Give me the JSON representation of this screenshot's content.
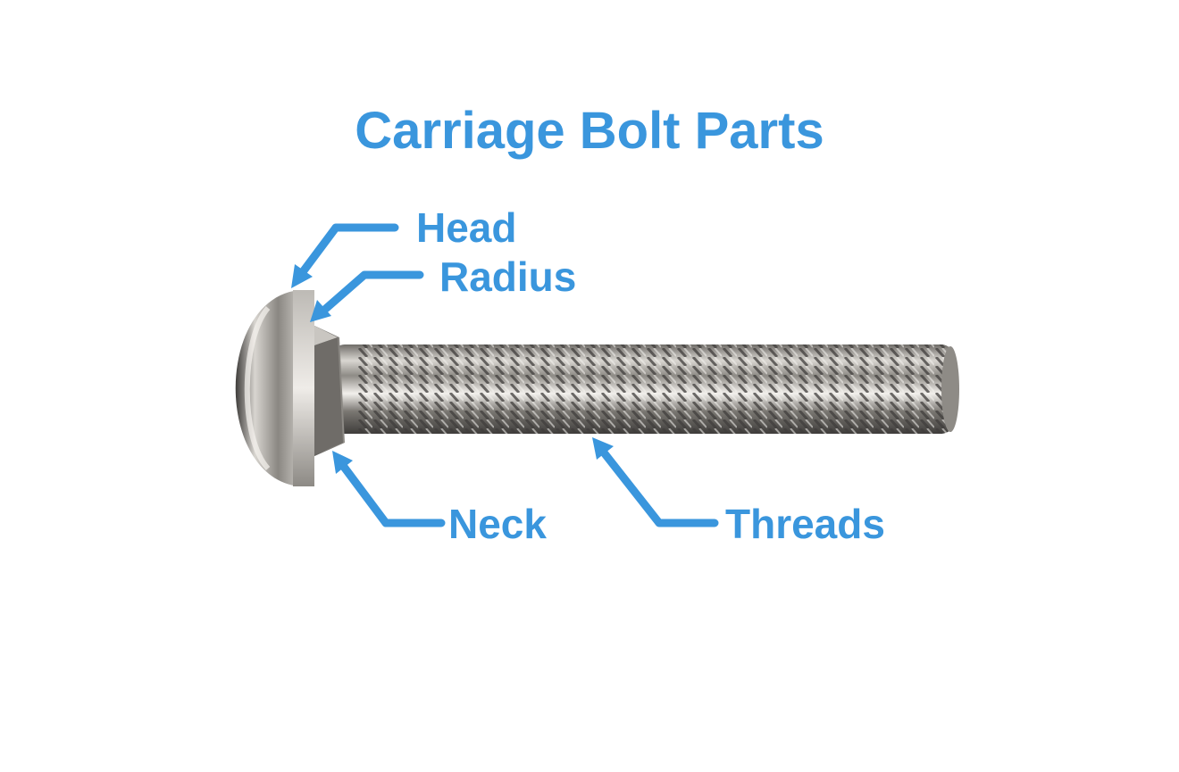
{
  "title": "Carriage Bolt Parts",
  "labels": {
    "head": "Head",
    "radius": "Radius",
    "neck": "Neck",
    "threads": "Threads"
  },
  "colors": {
    "accent": "#3a96dd",
    "metal_light": "#e8e6e2",
    "metal_mid": "#a9a6a1",
    "metal_dark": "#4a4846"
  }
}
